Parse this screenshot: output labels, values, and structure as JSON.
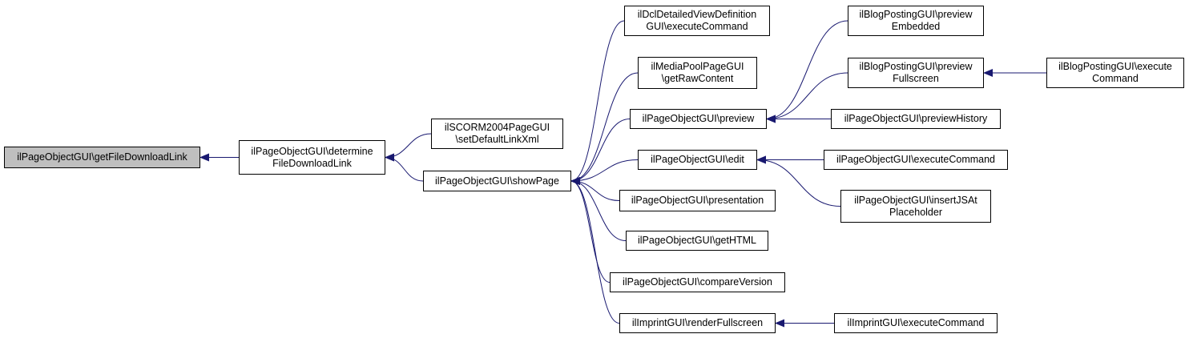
{
  "diagram": {
    "edge_color": "#191970",
    "focus_fill": "#bfbfbf",
    "nodes": [
      {
        "id": "getFileDownloadLink",
        "lines": [
          "ilPageObjectGUI\\getFileDownloadLink"
        ],
        "focus": true
      },
      {
        "id": "determineFileDownloadLink",
        "lines": [
          "ilPageObjectGUI\\determine",
          "FileDownloadLink"
        ]
      },
      {
        "id": "scormSetDefaultLinkXml",
        "lines": [
          "ilSCORM2004PageGUI",
          "\\setDefaultLinkXml"
        ]
      },
      {
        "id": "showPage",
        "lines": [
          "ilPageObjectGUI\\showPage"
        ]
      },
      {
        "id": "dclExecuteCommand",
        "lines": [
          "ilDclDetailedViewDefinition",
          "GUI\\executeCommand"
        ]
      },
      {
        "id": "mediaPoolGetRawContent",
        "lines": [
          "ilMediaPoolPageGUI",
          "\\getRawContent"
        ]
      },
      {
        "id": "preview",
        "lines": [
          "ilPageObjectGUI\\preview"
        ]
      },
      {
        "id": "edit",
        "lines": [
          "ilPageObjectGUI\\edit"
        ]
      },
      {
        "id": "presentation",
        "lines": [
          "ilPageObjectGUI\\presentation"
        ]
      },
      {
        "id": "getHTML",
        "lines": [
          "ilPageObjectGUI\\getHTML"
        ]
      },
      {
        "id": "compareVersion",
        "lines": [
          "ilPageObjectGUI\\compareVersion"
        ]
      },
      {
        "id": "renderFullscreen",
        "lines": [
          "ilImprintGUI\\renderFullscreen"
        ]
      },
      {
        "id": "blogPreviewEmbedded",
        "lines": [
          "ilBlogPostingGUI\\preview",
          "Embedded"
        ]
      },
      {
        "id": "blogPreviewFullscreen",
        "lines": [
          "ilBlogPostingGUI\\preview",
          "Fullscreen"
        ]
      },
      {
        "id": "previewHistory",
        "lines": [
          "ilPageObjectGUI\\previewHistory"
        ]
      },
      {
        "id": "editExecuteCommand",
        "lines": [
          "ilPageObjectGUI\\executeCommand"
        ]
      },
      {
        "id": "insertJSAtPlaceholder",
        "lines": [
          "ilPageObjectGUI\\insertJSAt",
          "Placeholder"
        ]
      },
      {
        "id": "imprintExecuteCommand",
        "lines": [
          "ilImprintGUI\\executeCommand"
        ]
      },
      {
        "id": "blogExecuteCommand",
        "lines": [
          "ilBlogPostingGUI\\execute",
          "Command"
        ]
      }
    ],
    "edges": [
      {
        "from": "determineFileDownloadLink",
        "to": "getFileDownloadLink"
      },
      {
        "from": "scormSetDefaultLinkXml",
        "to": "determineFileDownloadLink"
      },
      {
        "from": "showPage",
        "to": "determineFileDownloadLink"
      },
      {
        "from": "dclExecuteCommand",
        "to": "showPage"
      },
      {
        "from": "mediaPoolGetRawContent",
        "to": "showPage"
      },
      {
        "from": "preview",
        "to": "showPage"
      },
      {
        "from": "edit",
        "to": "showPage"
      },
      {
        "from": "presentation",
        "to": "showPage"
      },
      {
        "from": "getHTML",
        "to": "showPage"
      },
      {
        "from": "compareVersion",
        "to": "showPage"
      },
      {
        "from": "renderFullscreen",
        "to": "showPage"
      },
      {
        "from": "blogPreviewEmbedded",
        "to": "preview"
      },
      {
        "from": "blogPreviewFullscreen",
        "to": "preview"
      },
      {
        "from": "previewHistory",
        "to": "preview"
      },
      {
        "from": "editExecuteCommand",
        "to": "edit"
      },
      {
        "from": "insertJSAtPlaceholder",
        "to": "edit"
      },
      {
        "from": "imprintExecuteCommand",
        "to": "renderFullscreen"
      },
      {
        "from": "blogExecuteCommand",
        "to": "blogPreviewFullscreen"
      }
    ]
  }
}
